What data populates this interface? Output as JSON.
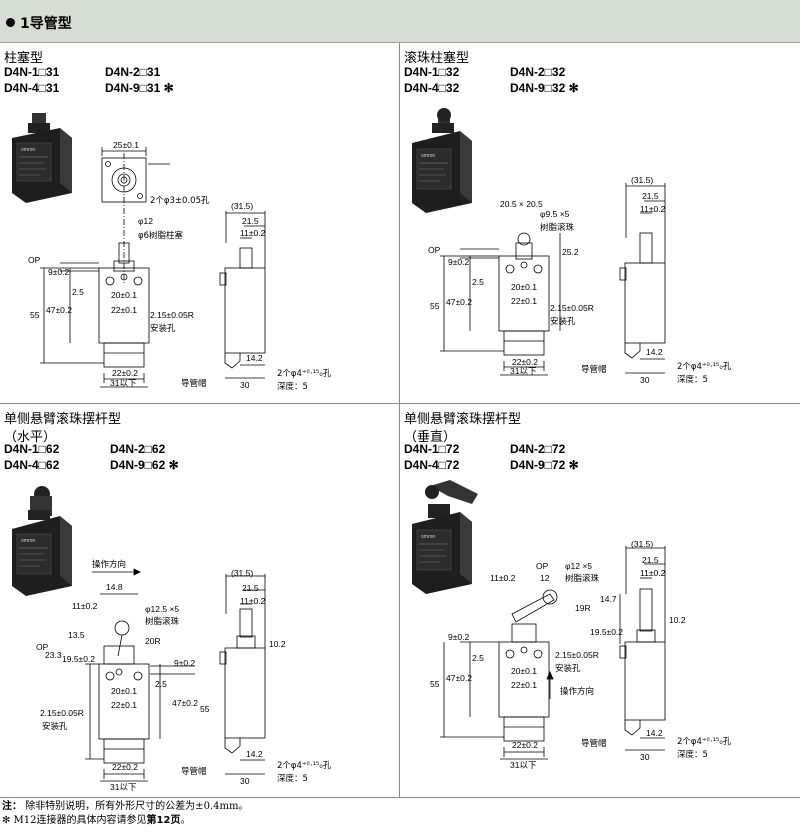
{
  "header": {
    "title": "1导管型"
  },
  "sections": [
    {
      "title": "柱塞型",
      "subtitle": "",
      "models": [
        "D4N-1□31",
        "D4N-2□31",
        "D4N-4□31",
        "D4N-9□31 ✻"
      ],
      "dims": {
        "width_top": "25±0.1",
        "holes_top": "2个φ3±0.05孔",
        "phi": "φ12",
        "resin": "φ6树脂柱塞",
        "op": "OP",
        "d9": "9±0.2",
        "d2_5": "2.5",
        "d20": "20±0.1",
        "d22": "22±0.1",
        "d47": "47±0.2",
        "d55": "55",
        "mount": "2.15±0.05R",
        "mount2": "安装孔",
        "d22b": "22±0.2",
        "d31": "31以下",
        "s31_5": "(31.5)",
        "s21_5": "21.5",
        "s11": "11±0.2",
        "cap": "导管帽",
        "s14_2": "14.2",
        "s30": "30",
        "holes_side": "2个φ4⁺⁰·¹⁵₀孔",
        "depth": "深度：5"
      }
    },
    {
      "title": "滚珠柱塞型",
      "subtitle": "",
      "models": [
        "D4N-1□32",
        "D4N-2□32",
        "D4N-4□32",
        "D4N-9□32 ✻"
      ],
      "dims": {
        "roller": "20.5 × 20.5",
        "phi": "φ9.5 ×5",
        "resin": "树脂滚珠",
        "op": "OP",
        "d25_2": "25.2",
        "d9": "9±0.2",
        "d2_5": "2.5",
        "d20": "20±0.1",
        "d22": "22±0.1",
        "d47": "47±0.2",
        "d55": "55",
        "mount": "2.15±0.05R",
        "mount2": "安装孔",
        "d22b": "22±0.2",
        "d31": "31以下",
        "s31_5": "(31.5)",
        "s21_5": "21.5",
        "s11": "11±0.2",
        "cap": "导管帽",
        "s14_2": "14.2",
        "s30": "30",
        "holes_side": "2个φ4⁺⁰·¹⁵₀孔",
        "depth": "深度：5"
      }
    },
    {
      "title": "单侧悬臂滚珠摆杆型",
      "subtitle": "（水平）",
      "models": [
        "D4N-1□62",
        "D4N-2□62",
        "D4N-4□62",
        "D4N-9□62 ✻"
      ],
      "dims": {
        "dir": "操作方向",
        "d14_8": "14.8",
        "d11": "11±0.2",
        "phi": "φ12.5 ×5",
        "resin": "树脂滚珠",
        "d13_5": "13.5",
        "r20": "20R",
        "op": "OP",
        "d23_3": "23.3",
        "d19_5": "19.5±0.2",
        "d9": "9±0.2",
        "d2_5": "2.5",
        "d20": "20±0.1",
        "d22": "22±0.1",
        "d47": "47±0.2",
        "d55": "55",
        "mount": "2.15±0.05R",
        "mount2": "安装孔",
        "d22b": "22±0.2",
        "d31": "31以下",
        "s31_5": "(31.5)",
        "s21_5": "21.5",
        "s11": "11±0.2",
        "s10_2": "10.2",
        "cap": "导管帽",
        "s14_2": "14.2",
        "s30": "30",
        "holes_side": "2个φ4⁺⁰·¹⁵₀孔",
        "depth": "深度：5"
      }
    },
    {
      "title": "单侧悬臂滚珠摆杆型",
      "subtitle": "（垂直）",
      "models": [
        "D4N-1□72",
        "D4N-2□72",
        "D4N-4□72",
        "D4N-9□72 ✻"
      ],
      "dims": {
        "op": "OP",
        "d11": "11±0.2",
        "d12": "12",
        "phi": "φ12 ×5",
        "resin": "树脂滚珠",
        "r19": "19R",
        "d14_7": "14.7",
        "d19_5": "19.5±0.2",
        "d9": "9±0.2",
        "d2_5": "2.5",
        "d20": "20±0.1",
        "d22": "22±0.1",
        "d47": "47±0.2",
        "d55": "55",
        "mount": "2.15±0.05R",
        "mount2": "安装孔",
        "dir": "操作方向",
        "d22b": "22±0.2",
        "d31": "31以下",
        "s31_5": "(31.5)",
        "s21_5": "21.5",
        "s11": "11±0.2",
        "s10_2": "10.2",
        "cap": "导管帽",
        "s14_2": "14.2",
        "s30": "30",
        "holes_side": "2个φ4⁺⁰·¹⁵₀孔",
        "depth": "深度：5"
      }
    }
  ],
  "footer": {
    "note_label": "注：",
    "note": "除非特别说明，所有外形尺寸的公差为±0.4mm。",
    "star": "✻ M12连接器的具体内容请参见",
    "page_ref": "第12页",
    "end": "。"
  },
  "brand": "omron"
}
